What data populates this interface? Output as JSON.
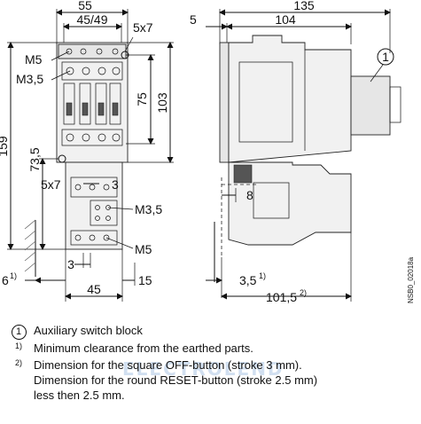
{
  "dimensions": {
    "front": {
      "width_overall": "55",
      "width_mount": "45/49",
      "slot": "5x7",
      "slot_lower": "5x7",
      "screw_top": "M5",
      "screw_terminal": "M3,5",
      "height_mount": "75",
      "height_body": "103",
      "height_overall": "159",
      "height_lower": "73,5",
      "gap_3": "3",
      "screw_aux": "M3,5",
      "screw_bottom": "M5",
      "gap_3_bottom": "3",
      "width_bottom": "45",
      "width_15": "15",
      "clear_6": "6",
      "clear_6_sup": "1)"
    },
    "side": {
      "depth_overall": "135",
      "offset_5": "5",
      "depth_104": "104",
      "gap_8": "8",
      "dim_3_5": "3,5",
      "dim_3_5_sup": "1)",
      "dim_101_5": "101,5",
      "dim_101_5_sup": "2)",
      "callout": "1"
    },
    "drawing_code": "NSB0_02018a"
  },
  "legend": {
    "item1_marker": "1",
    "item1_text": "Auxiliary switch block",
    "note1_marker": "1)",
    "note1_text": "Minimum clearance from the earthed parts.",
    "note2_marker": "2)",
    "note2_line1": "Dimension for the square OFF-button (stroke 3 mm).",
    "note2_line2": "Dimension for the round RESET-button (stroke 2.5 mm)",
    "note2_line3": "less then 2.5 mm."
  },
  "watermark": "ELECTROLEND"
}
